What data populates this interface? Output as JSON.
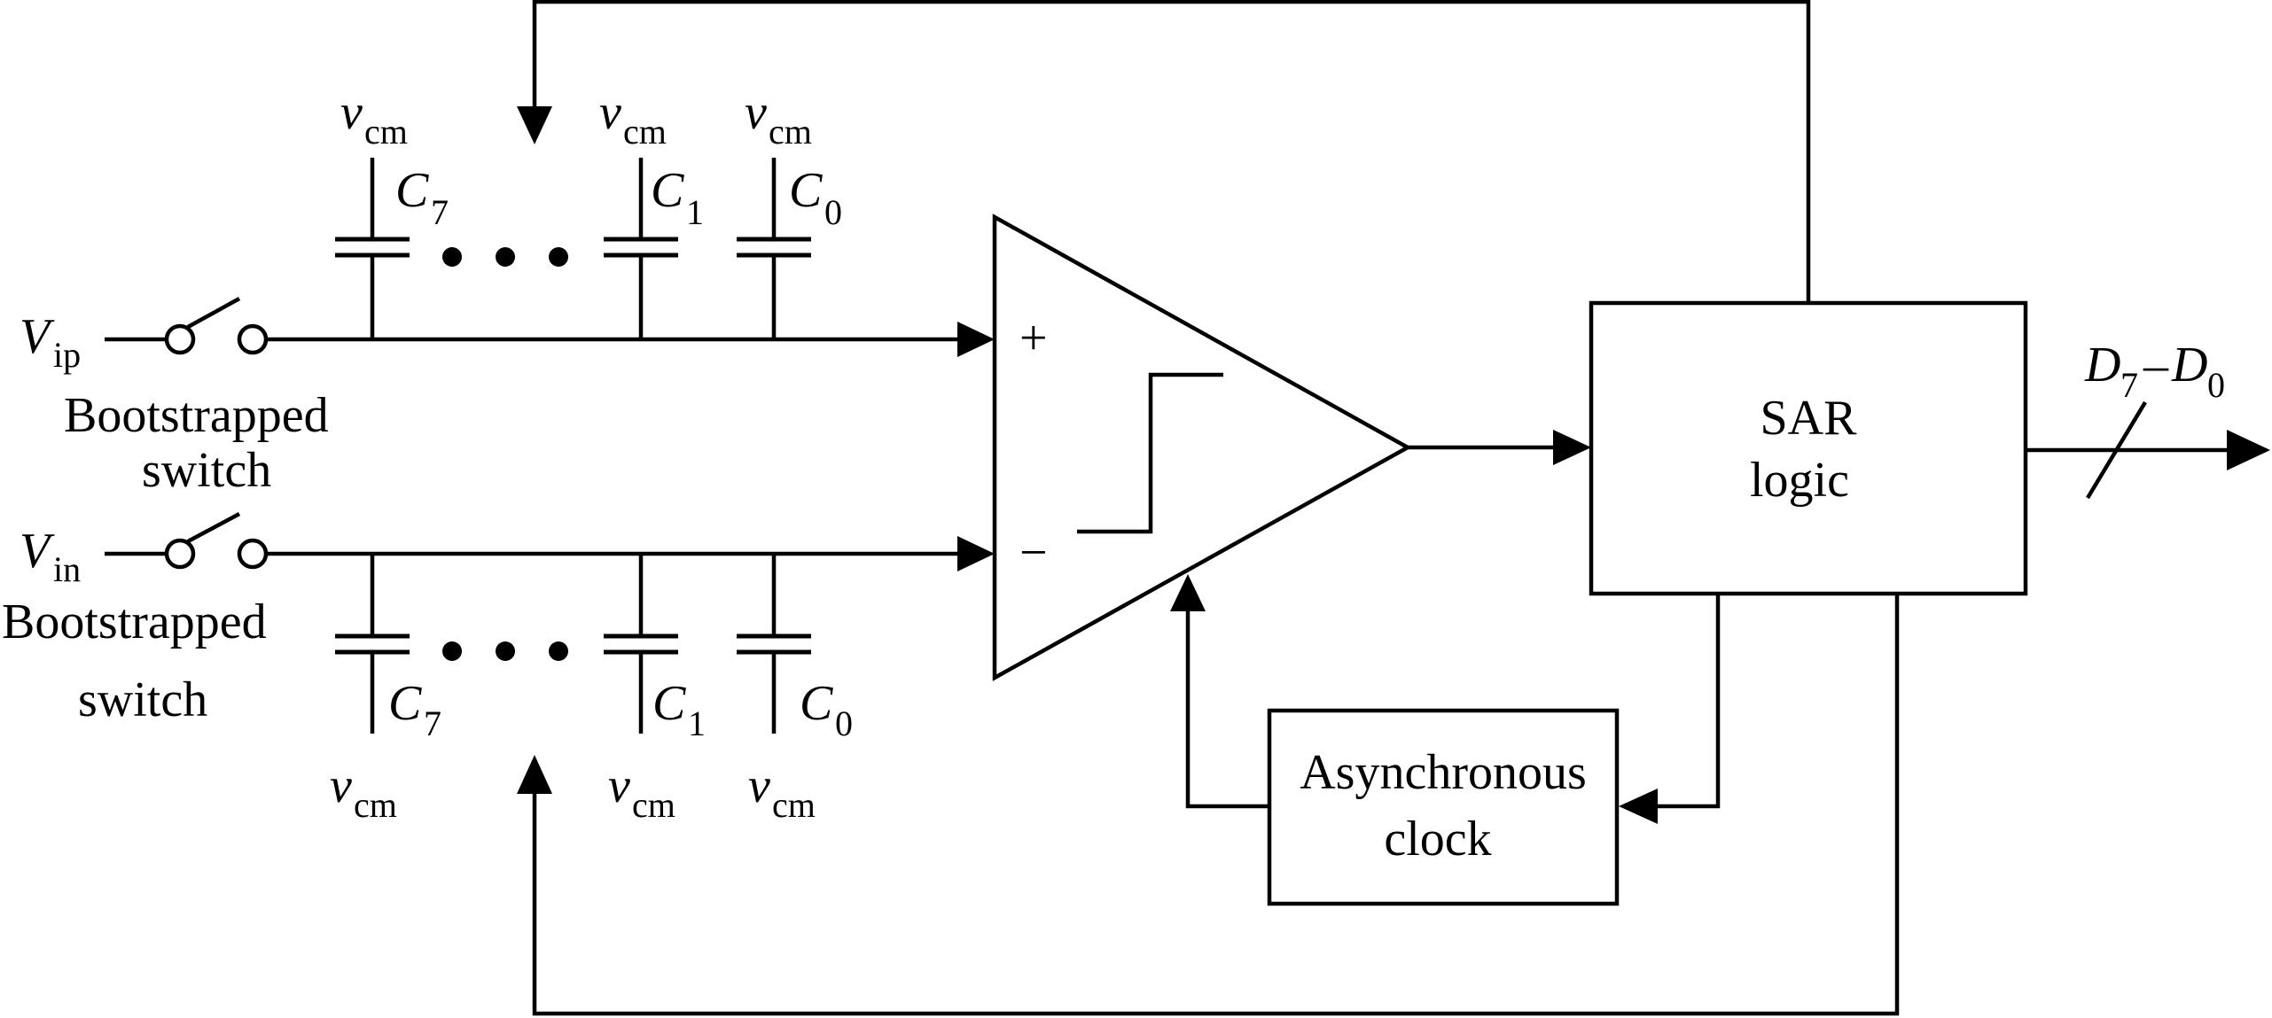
{
  "inputs": {
    "positive": {
      "var": "V",
      "sub": "ip",
      "switch_line1": "Bootstrapped",
      "switch_line2": "switch"
    },
    "negative": {
      "var": "V",
      "sub": "in",
      "switch_line1": "Bootstrapped",
      "switch_line2": "switch"
    }
  },
  "cap_array_top": [
    {
      "cap_var": "C",
      "cap_sub": "7",
      "ref_var": "v",
      "ref_sub": "cm"
    },
    {
      "cap_var": "C",
      "cap_sub": "1",
      "ref_var": "v",
      "ref_sub": "cm"
    },
    {
      "cap_var": "C",
      "cap_sub": "0",
      "ref_var": "v",
      "ref_sub": "cm"
    }
  ],
  "cap_array_bottom": [
    {
      "cap_var": "C",
      "cap_sub": "7",
      "ref_var": "v",
      "ref_sub": "cm"
    },
    {
      "cap_var": "C",
      "cap_sub": "1",
      "ref_var": "v",
      "ref_sub": "cm"
    },
    {
      "cap_var": "C",
      "cap_sub": "0",
      "ref_var": "v",
      "ref_sub": "cm"
    }
  ],
  "comparator": {
    "plus": "+",
    "minus": "−"
  },
  "sar_logic": {
    "line1": "SAR",
    "line2": "logic"
  },
  "async_clock": {
    "line1": "Asynchronous",
    "line2": "clock"
  },
  "output": {
    "d7": "D",
    "d7_sub": "7",
    "dash": "–",
    "d0": "D",
    "d0_sub": "0"
  }
}
